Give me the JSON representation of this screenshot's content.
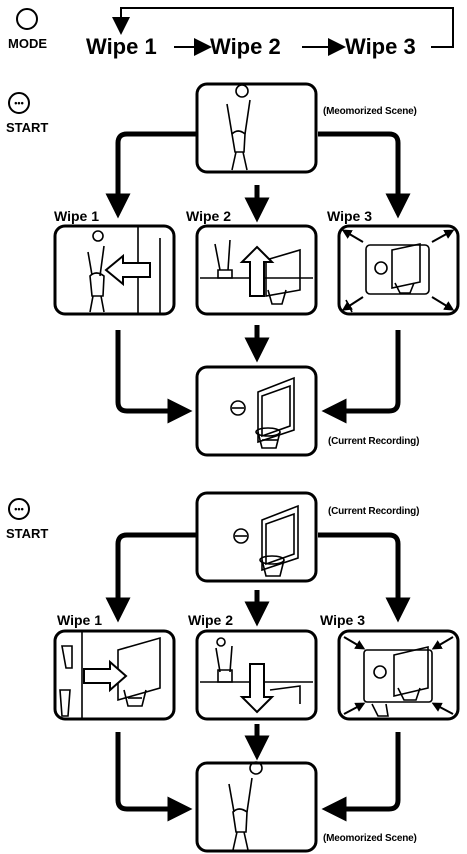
{
  "mode_row": {
    "button_label": "MODE",
    "sequence": [
      "Wipe 1",
      "Wipe 2",
      "Wipe 3"
    ]
  },
  "section1": {
    "start_label": "START",
    "top_caption": "(Meomorized Scene)",
    "wipe_labels": [
      "Wipe 1",
      "Wipe 2",
      "Wipe 3"
    ],
    "bottom_caption": "(Current Recording)"
  },
  "section2": {
    "start_label": "START",
    "top_caption": "(Current Recording)",
    "wipe_labels": [
      "Wipe 1",
      "Wipe 2",
      "Wipe 3"
    ],
    "bottom_caption": "(Meomorized Scene)"
  }
}
